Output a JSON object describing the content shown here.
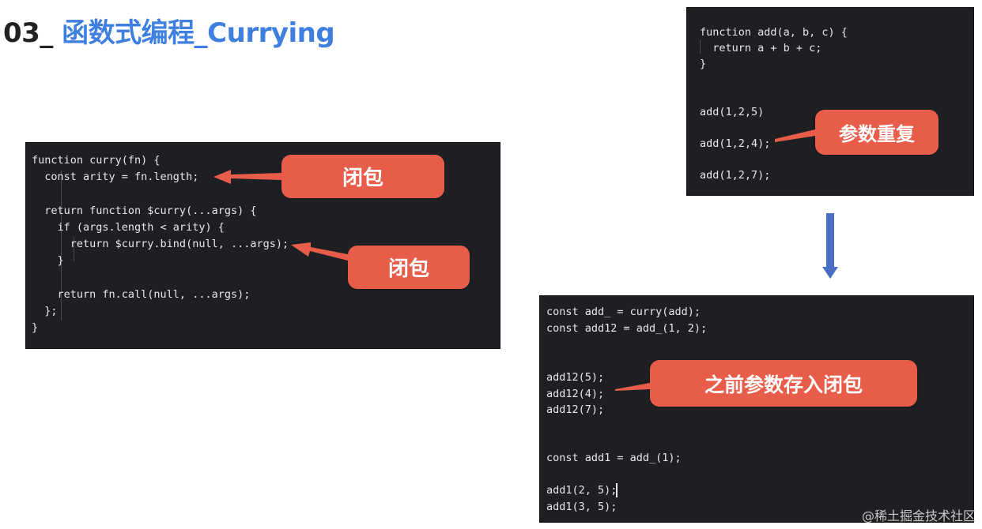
{
  "title": {
    "number": "03_",
    "text": " 函数式编程_Currying"
  },
  "curry_panel": {
    "lines": [
      "function curry(fn) {",
      "  const arity = fn.length;",
      "",
      "  return function $curry(...args) {",
      "    if (args.length < arity) {",
      "      return $curry.bind(null, ...args);",
      "    }",
      "",
      "    return fn.call(null, ...args);",
      "  };",
      "}"
    ],
    "callout_top": "闭包",
    "callout_bottom": "闭包"
  },
  "add_panel": {
    "lines": [
      "function add(a, b, c) {",
      "  return a + b + c;",
      "}",
      "",
      "",
      "add(1,2,5)",
      "",
      "add(1,2,4);",
      "",
      "add(1,2,7);"
    ],
    "callout": "参数重复"
  },
  "usage_panel": {
    "lines": [
      "const add_ = curry(add);",
      "const add12 = add_(1, 2);",
      "",
      "",
      "add12(5);",
      "add12(4);",
      "add12(7);",
      "",
      "",
      "const add1 = add_(1);",
      "",
      "add1(2, 5);",
      "add1(3, 5);"
    ],
    "callout": "之前参数存入闭包"
  },
  "watermark": "@稀土掘金技术社区",
  "colors": {
    "panel_bg": "#1e1f22",
    "callout_bg": "#e85d4a",
    "arrow_blue": "#4a6fc2",
    "title_blue": "#3f7fe0"
  }
}
